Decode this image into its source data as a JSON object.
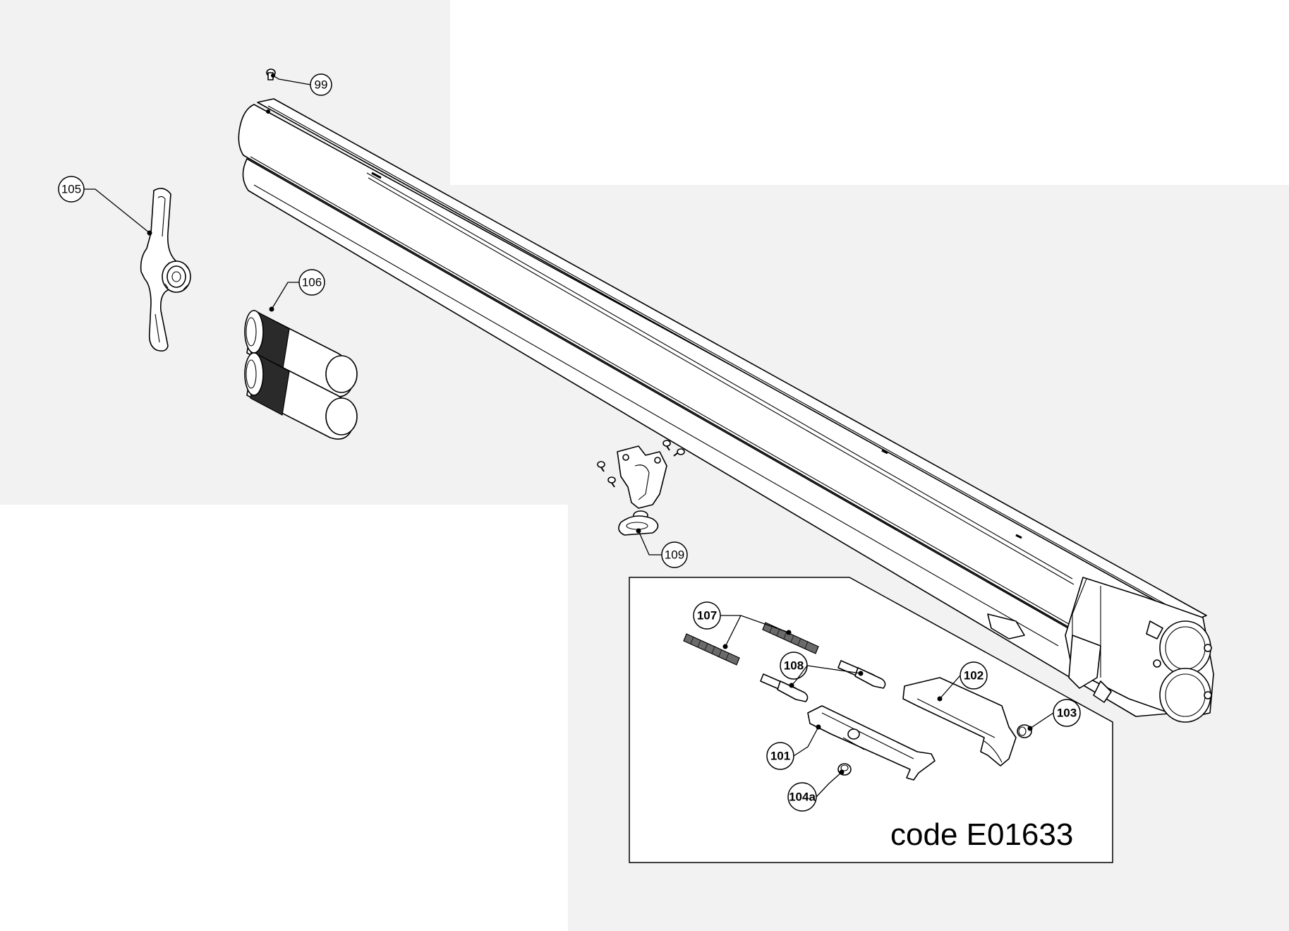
{
  "background_shade": "#f2f2f2",
  "callouts": {
    "c99": "99",
    "c105": "105",
    "c106": "106",
    "c109": "109",
    "c107": "107",
    "c108": "108",
    "c102": "102",
    "c103": "103",
    "c101": "101",
    "c104a": "104a"
  },
  "code_label": "code E01633"
}
